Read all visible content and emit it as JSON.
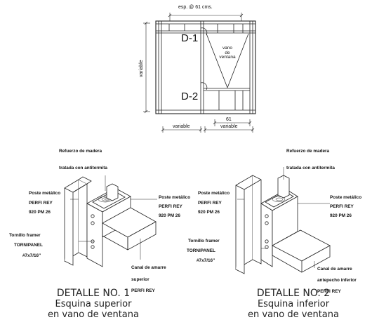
{
  "elevation": {
    "spacing_label": "esp. @ 61 cms.",
    "height_label": "variable",
    "width_left_label": "variable",
    "width_right_label": "variable",
    "stud_spacing": "61",
    "door1": "D-1",
    "door2": "D-2",
    "opening_lines": [
      "vano",
      "de",
      "ventana"
    ]
  },
  "detail1": {
    "reinforcement_1": "Refuerzo de madera",
    "reinforcement_2": "tratada con antitermita",
    "post_left_1": "Poste metálico",
    "post_left_2": "PERFI REY",
    "post_left_3": "920 PM 26",
    "post_right_1": "Poste metálico",
    "post_right_2": "PERFI REY",
    "post_right_3": "920 PM 26",
    "screw_1": "Tornillo framer",
    "screw_2": "TORNIPANEL",
    "screw_3": "#7x7/16\"",
    "channel_1": "Canal de amarre",
    "channel_2": "superior",
    "channel_3": "PERFI REY",
    "title_1": "DETALLE NO. 1",
    "title_2": "Esquina superior",
    "title_3": "en vano de ventana"
  },
  "detail2": {
    "reinforcement_1": "Refuerzo de madera",
    "reinforcement_2": "tratada con antitermita",
    "post_left_1": "Poste metálico",
    "post_left_2": "PERFI REY",
    "post_left_3": "920 PM 26",
    "post_right_1": "Poste metálico",
    "post_right_2": "PERFI REY",
    "post_right_3": "920 PM 26",
    "screw_1": "Tornillo framer",
    "screw_2": "TORNIPANEL",
    "screw_3": "#7x7/16\"",
    "channel_1": "Canal de amarre",
    "channel_2": "antepecho inferior",
    "channel_3": "PERFI REY",
    "title_1": "DETALLE NO. 2",
    "title_2": "Esquina inferior",
    "title_3": "en vano de ventana"
  }
}
